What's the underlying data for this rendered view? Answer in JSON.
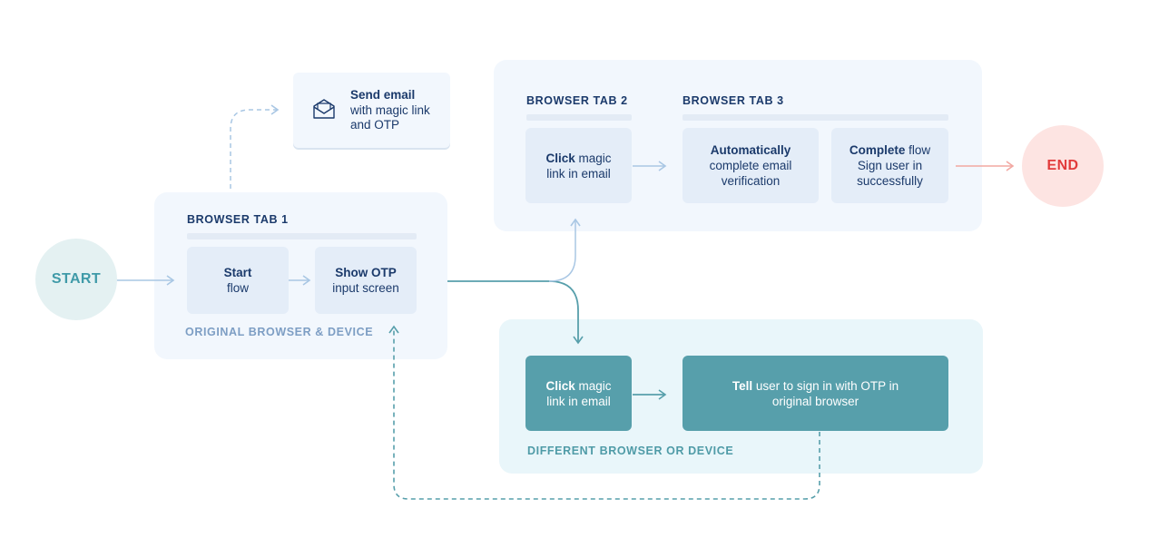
{
  "start": {
    "label": "START"
  },
  "end": {
    "label": "END"
  },
  "email": {
    "title": "Send email",
    "line1": "with magic link",
    "line2": "and OTP"
  },
  "tab1": {
    "label": "BROWSER TAB 1",
    "start_bold": "Start",
    "start_rest": "flow",
    "otp_bold": "Show OTP",
    "otp_rest": "input screen",
    "footer": "ORIGINAL BROWSER & DEVICE"
  },
  "tab2": {
    "label": "BROWSER TAB 2",
    "click_bold": "Click",
    "click_rest1": " magic",
    "click_rest2": "link in email"
  },
  "tab3": {
    "label": "BROWSER TAB 3",
    "auto_bold": "Automatically",
    "auto_l2": "complete email",
    "auto_l3": "verification",
    "complete_bold": "Complete",
    "complete_rest": " flow",
    "complete_l2": "Sign user in",
    "complete_l3": "successfully"
  },
  "diff": {
    "click_bold": "Click",
    "click_rest1": " magic",
    "click_rest2": "link in email",
    "tell_bold": "Tell",
    "tell_rest1": " user to sign in with OTP in",
    "tell_rest2": "original browser",
    "footer": "DIFFERENT BROWSER OR DEVICE"
  },
  "colors": {
    "navy": "#1b3a6b",
    "teal": "#579fab",
    "end_red": "#e23b3b",
    "start_teal": "#3f9aa8"
  }
}
